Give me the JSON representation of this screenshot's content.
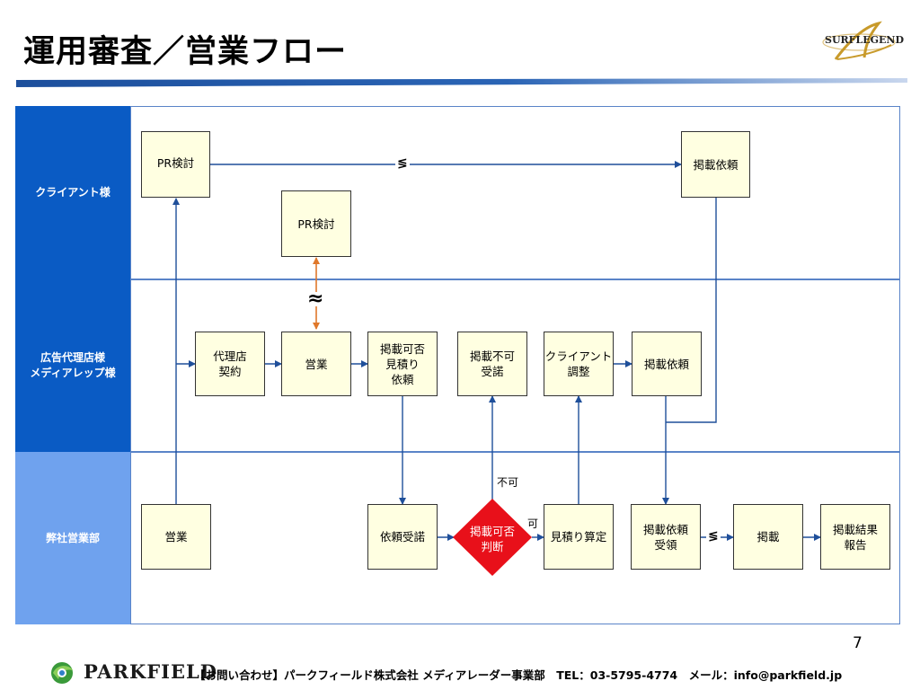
{
  "title": "運用審査／営業フロー",
  "brand_top": "SURFLEGEND",
  "lanes": {
    "client": "クライアント様",
    "agency": "広告代理店様\nメディアレップ様",
    "company": "弊社営業部"
  },
  "nodes": {
    "pr1": "PR検討",
    "pr2": "PR検討",
    "client_request": "掲載依頼",
    "agency_contract": "代理店\n契約",
    "agency_sales": "営業",
    "quote_request": "掲載可否\n見積り\n依頼",
    "reject_accept": "掲載不可\n受諾",
    "client_adjust": "クライアント\n調整",
    "agency_request": "掲載依頼",
    "company_sales": "営業",
    "accept_request": "依頼受諾",
    "judge": "掲載可否\n判断",
    "estimate": "見積り算定",
    "receive_request": "掲載依頼\n受領",
    "publish": "掲載",
    "report": "掲載結果\n報告"
  },
  "labels": {
    "fuka": "不可",
    "ka": "可",
    "approx": "≈",
    "wave1": "≶",
    "wave2": "≶"
  },
  "colors": {
    "lane_client": "#0a5bc4",
    "lane_agency": "#0a5bc4",
    "lane_company": "#6fa2ee",
    "arrow": "#1f4f9a",
    "orange_arrow": "#e0782a",
    "diamond": "#e8101a",
    "node_fill": "#ffffe1"
  },
  "page_number": "7",
  "footer": {
    "company": "PARKFIELD",
    "text": "【お問い合わせ】パークフィールド株式会社 メディアレーダー事業部　TEL：03-5795-4774　メール：info@parkfield.jp"
  }
}
